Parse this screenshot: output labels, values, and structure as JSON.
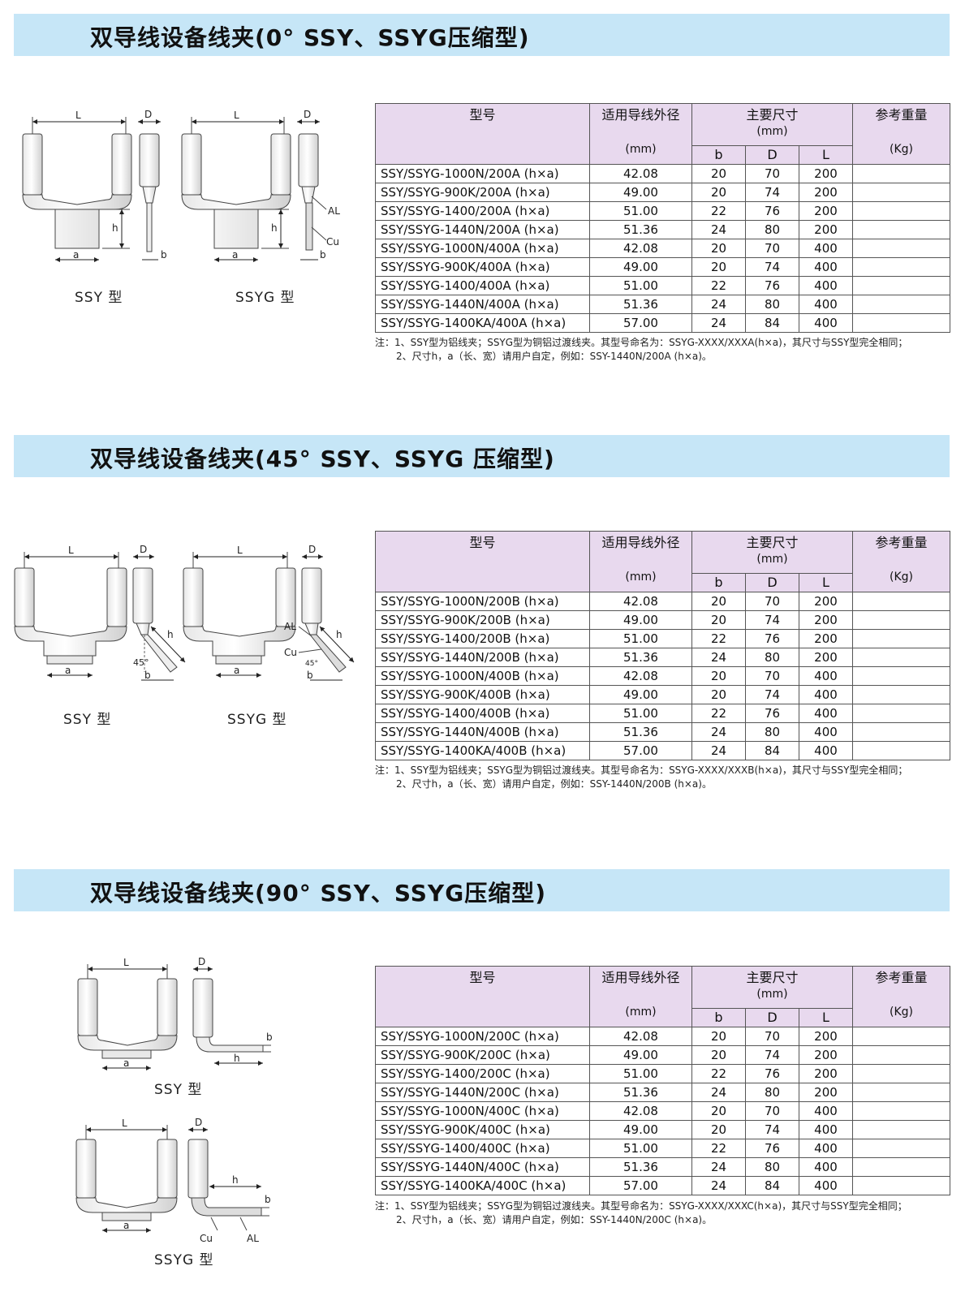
{
  "header": {
    "model": "型号",
    "diameter": "适用导线外径",
    "diameter_unit": "(mm)",
    "dims": "主要尺寸",
    "dims_unit": "(mm)",
    "weight": "参考重量",
    "weight_unit": "(Kg)",
    "b": "b",
    "D": "D",
    "L": "L"
  },
  "labels": {
    "L": "L",
    "D": "D",
    "h": "h",
    "a": "a",
    "b": "b",
    "AL": "AL",
    "Cu": "Cu",
    "deg45": "45°"
  },
  "sections": [
    {
      "title": "双导线设备线夹(0° SSY、SSYG压缩型)",
      "caption_ssy": "SSY 型",
      "caption_ssyg": "SSYG 型",
      "rows": [
        {
          "model": "SSY/SSYG-1000N/200A (h×a)",
          "dia": "42.08",
          "b": "20",
          "D": "70",
          "L": "200"
        },
        {
          "model": "SSY/SSYG-900K/200A (h×a)",
          "dia": "49.00",
          "b": "20",
          "D": "74",
          "L": "200"
        },
        {
          "model": "SSY/SSYG-1400/200A (h×a)",
          "dia": "51.00",
          "b": "22",
          "D": "76",
          "L": "200"
        },
        {
          "model": "SSY/SSYG-1440N/200A (h×a)",
          "dia": "51.36",
          "b": "24",
          "D": "80",
          "L": "200"
        },
        {
          "model": "SSY/SSYG-1000N/400A (h×a)",
          "dia": "42.08",
          "b": "20",
          "D": "70",
          "L": "400"
        },
        {
          "model": "SSY/SSYG-900K/400A (h×a)",
          "dia": "49.00",
          "b": "20",
          "D": "74",
          "L": "400"
        },
        {
          "model": "SSY/SSYG-1400/400A (h×a)",
          "dia": "51.00",
          "b": "22",
          "D": "76",
          "L": "400"
        },
        {
          "model": "SSY/SSYG-1440N/400A (h×a)",
          "dia": "51.36",
          "b": "24",
          "D": "80",
          "L": "400"
        },
        {
          "model": "SSY/SSYG-1400KA/400A (h×a)",
          "dia": "57.00",
          "b": "24",
          "D": "84",
          "L": "400"
        }
      ],
      "note1": "注：1、SSY型为铝线夹；SSYG型为铜铝过渡线夹。其型号命名为：SSYG-XXXX/XXXA(h×a)，其尺寸与SSY型完全相同；",
      "note2": "2、尺寸h，a（长、宽）请用户自定，例如：SSY-1440N/200A (h×a)。"
    },
    {
      "title": "双导线设备线夹(45° SSY、SSYG 压缩型)",
      "caption_ssy": "SSY 型",
      "caption_ssyg": "SSYG 型",
      "rows": [
        {
          "model": "SSY/SSYG-1000N/200B (h×a)",
          "dia": "42.08",
          "b": "20",
          "D": "70",
          "L": "200"
        },
        {
          "model": "SSY/SSYG-900K/200B (h×a)",
          "dia": "49.00",
          "b": "20",
          "D": "74",
          "L": "200"
        },
        {
          "model": "SSY/SSYG-1400/200B (h×a)",
          "dia": "51.00",
          "b": "22",
          "D": "76",
          "L": "200"
        },
        {
          "model": "SSY/SSYG-1440N/200B (h×a)",
          "dia": "51.36",
          "b": "24",
          "D": "80",
          "L": "200"
        },
        {
          "model": "SSY/SSYG-1000N/400B (h×a)",
          "dia": "42.08",
          "b": "20",
          "D": "70",
          "L": "400"
        },
        {
          "model": "SSY/SSYG-900K/400B (h×a)",
          "dia": "49.00",
          "b": "20",
          "D": "74",
          "L": "400"
        },
        {
          "model": "SSY/SSYG-1400/400B (h×a)",
          "dia": "51.00",
          "b": "22",
          "D": "76",
          "L": "400"
        },
        {
          "model": "SSY/SSYG-1440N/400B (h×a)",
          "dia": "51.36",
          "b": "24",
          "D": "80",
          "L": "400"
        },
        {
          "model": "SSY/SSYG-1400KA/400B (h×a)",
          "dia": "57.00",
          "b": "24",
          "D": "84",
          "L": "400"
        }
      ],
      "note1": "注：1、SSY型为铝线夹；SSYG型为铜铝过渡线夹。其型号命名为：SSYG-XXXX/XXXB(h×a)，其尺寸与SSY型完全相同；",
      "note2": "2、尺寸h，a（长、宽）请用户自定，例如：SSY-1440N/200B (h×a)。"
    },
    {
      "title": "双导线设备线夹(90° SSY、SSYG压缩型)",
      "caption_ssy": "SSY 型",
      "caption_ssyg": "SSYG 型",
      "rows": [
        {
          "model": "SSY/SSYG-1000N/200C (h×a)",
          "dia": "42.08",
          "b": "20",
          "D": "70",
          "L": "200"
        },
        {
          "model": "SSY/SSYG-900K/200C (h×a)",
          "dia": "49.00",
          "b": "20",
          "D": "74",
          "L": "200"
        },
        {
          "model": "SSY/SSYG-1400/200C (h×a)",
          "dia": "51.00",
          "b": "22",
          "D": "76",
          "L": "200"
        },
        {
          "model": "SSY/SSYG-1440N/200C (h×a)",
          "dia": "51.36",
          "b": "24",
          "D": "80",
          "L": "200"
        },
        {
          "model": "SSY/SSYG-1000N/400C (h×a)",
          "dia": "42.08",
          "b": "20",
          "D": "70",
          "L": "400"
        },
        {
          "model": "SSY/SSYG-900K/400C (h×a)",
          "dia": "49.00",
          "b": "20",
          "D": "74",
          "L": "400"
        },
        {
          "model": "SSY/SSYG-1400/400C (h×a)",
          "dia": "51.00",
          "b": "22",
          "D": "76",
          "L": "400"
        },
        {
          "model": "SSY/SSYG-1440N/400C (h×a)",
          "dia": "51.36",
          "b": "24",
          "D": "80",
          "L": "400"
        },
        {
          "model": "SSY/SSYG-1400KA/400C (h×a)",
          "dia": "57.00",
          "b": "24",
          "D": "84",
          "L": "400"
        }
      ],
      "note1": "注：1、SSY型为铝线夹；SSYG型为铜铝过渡线夹。其型号命名为：SSYG-XXXX/XXXC(h×a)，其尺寸与SSY型完全相同；",
      "note2": "2、尺寸h，a（长、宽）请用户自定，例如：SSY-1440N/200C (h×a)。"
    }
  ]
}
